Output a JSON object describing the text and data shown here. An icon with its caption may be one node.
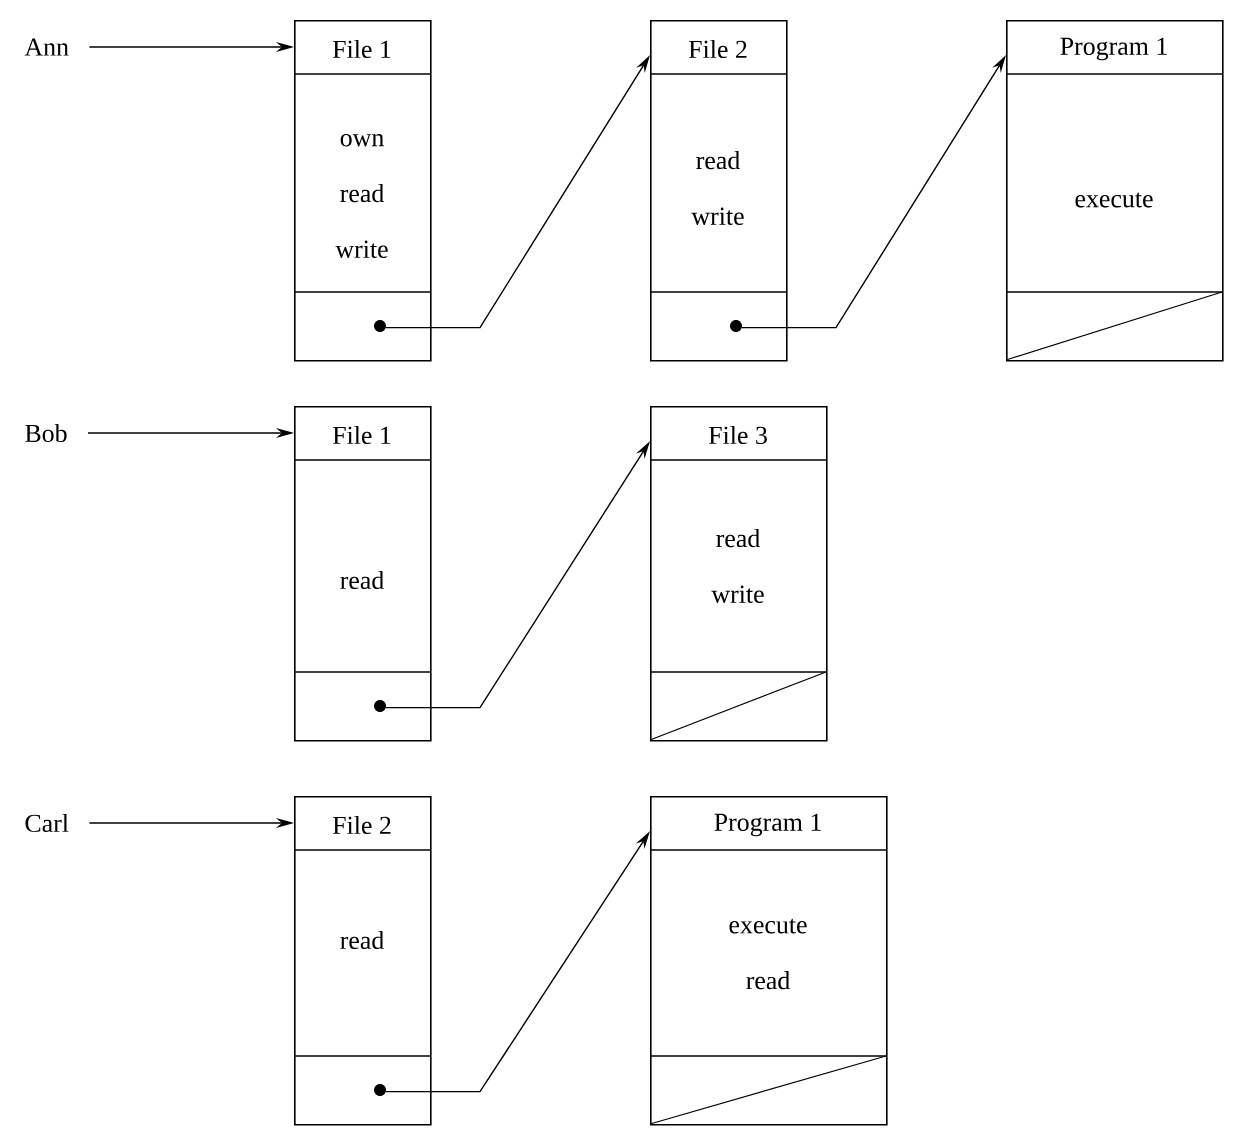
{
  "diagram": {
    "nodes": [
      {
        "text": [
          "Ann"
        ]
      },
      {
        "text": [
          "File 1",
          "own read write"
        ]
      },
      {
        "text": [
          "File 2",
          "read write"
        ]
      },
      {
        "text": [
          "Program 1",
          "execute"
        ]
      },
      {
        "text": [
          "Bob"
        ]
      },
      {
        "text": [
          "File 1",
          "read"
        ]
      },
      {
        "text": [
          "File 3",
          "read write"
        ]
      },
      {
        "text": [
          "Carl"
        ]
      },
      {
        "text": [
          "File 2",
          "read"
        ]
      },
      {
        "text": [
          "Program 1",
          "execute read"
        ]
      }
    ],
    "edges": [
      {
        "from": 0,
        "to": 1,
        "arrow": "to"
      },
      {
        "from": 1,
        "to": 2,
        "arrow": "to"
      },
      {
        "from": 2,
        "to": 3,
        "arrow": "to"
      },
      {
        "from": 4,
        "to": 5,
        "arrow": "to"
      },
      {
        "from": 5,
        "to": 6,
        "arrow": "to"
      },
      {
        "from": 7,
        "to": 8,
        "arrow": "to"
      },
      {
        "from": 8,
        "to": 9,
        "arrow": "to"
      }
    ]
  }
}
